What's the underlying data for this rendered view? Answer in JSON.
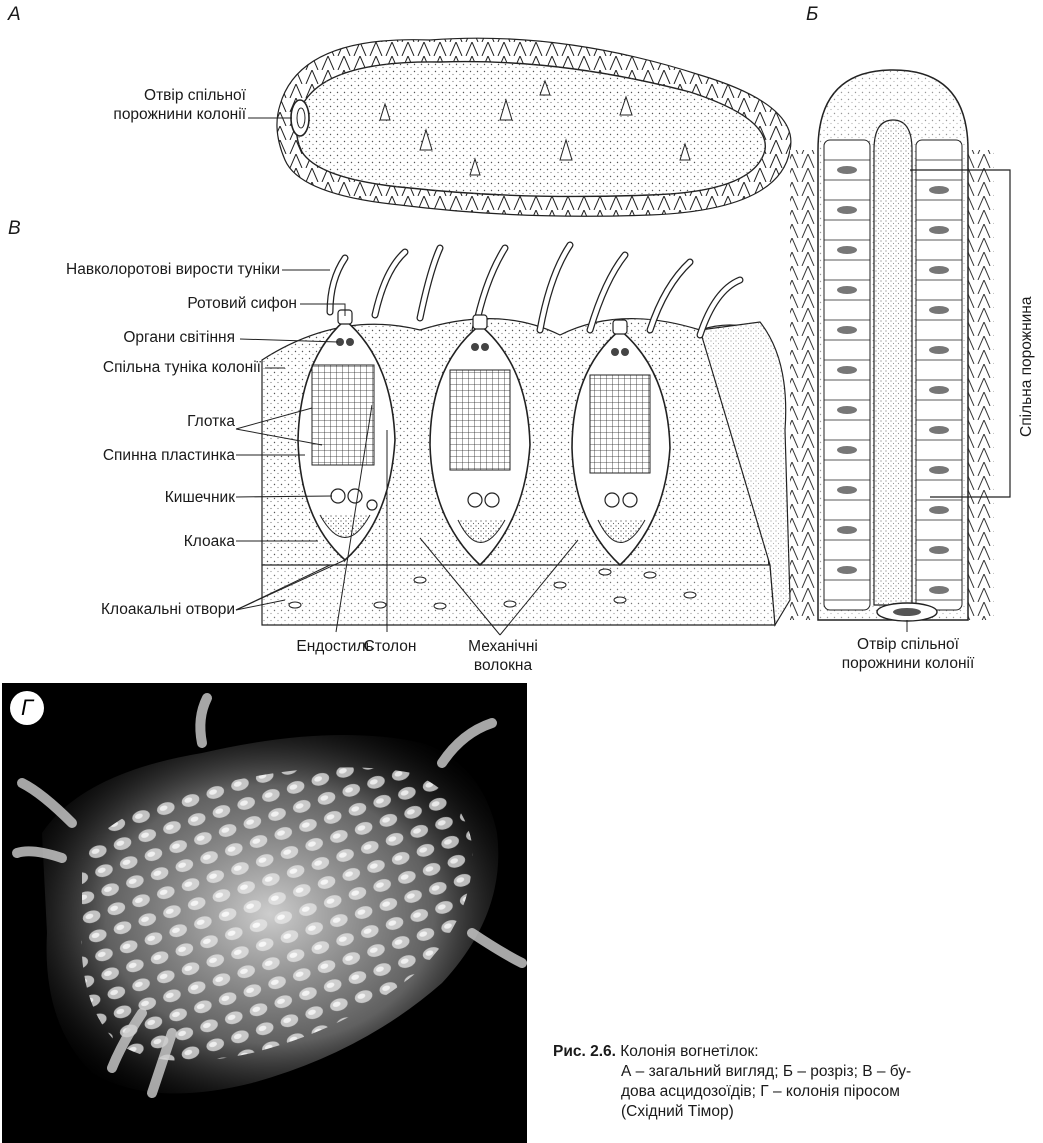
{
  "panels": {
    "a": "А",
    "b": "Б",
    "v": "В",
    "g": "Г"
  },
  "panel_a": {
    "opening_label": "Отвір спільної\nпорожнини колонії"
  },
  "panel_b": {
    "cavity_label": "Спільна порожнина",
    "opening_label": "Отвір спільної\nпорожнини колонії"
  },
  "panel_v": {
    "labels": {
      "oral_outgrowths": "Навколоротові вирости туніки",
      "oral_siphon": "Ротовий сифон",
      "light_organs": "Органи світіння",
      "common_tunic": "Спільна туніка колонії",
      "pharynx": "Глотка",
      "dorsal_lamina": "Спинна пластинка",
      "intestine": "Кишечник",
      "cloaca": "Клоака",
      "cloacal_openings": "Клоакальні отвори",
      "endostyle": "Ендостиль",
      "stolon": "Столон",
      "mechanical_fibers": "Механічні\nволокна"
    }
  },
  "caption": {
    "figure": "Рис. 2.6.",
    "title": "Колонія вогнетілок:",
    "line1": "А – загальний вигляд; Б – розріз; В – бу-",
    "line2": "дова асцидозоїдів; Г – колонія піросом",
    "line3": "(Східний Тімор)"
  }
}
